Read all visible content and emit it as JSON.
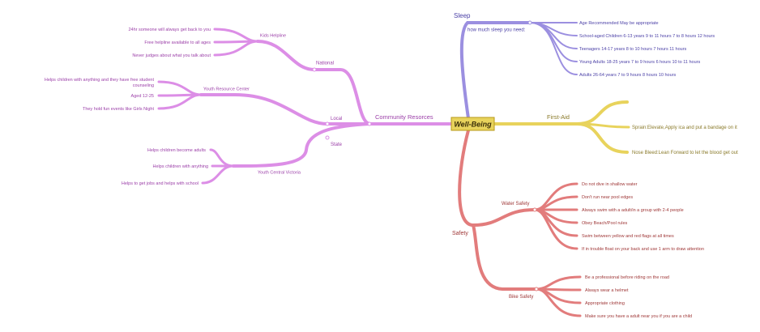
{
  "colors": {
    "sleep": "#9b8fe0",
    "sleep_text": "#4a3fa6",
    "firstaid": "#e8d35c",
    "firstaid_text": "#8a7a2a",
    "safety": "#e27c7c",
    "safety_text": "#9e3636",
    "community": "#dc8ee6",
    "community_text": "#9b3fa8",
    "center_fill": "#e8d35c",
    "center_text": "#4a3a10"
  },
  "center": {
    "label": "Well-Being"
  },
  "sleep": {
    "label": "Sleep",
    "sub": "how much sleep you need:",
    "items": [
      "Age Recommended May be appropriate",
      "School-aged Children 6-13 years 9 to 11 hours 7 to 8 hours 12 hours",
      "Teenagers 14-17 years 8 to 10 hours 7 hours 11 hours",
      "Young Adults 18-25 years 7 to 9 hours 6 hours 10 to 11 hours",
      "Adults 26-64 years 7 to 9 hours 8 hours 10 hours"
    ]
  },
  "firstaid": {
    "label": "First-Aid",
    "items": [
      "Sprain:Elevate,Apply ica and put a bandage on it",
      "Nose Bleed:Lean Forward to let the blood get out"
    ]
  },
  "safety": {
    "label": "Safety",
    "water": {
      "label": "Water Safety",
      "items": [
        "Do not dive in shallow water",
        "Don't run near pool edges",
        "Always swim with a adult/in a group with 2-4 people",
        "Obey Beach/Pool rules",
        "Swim between yellow and red flags at all times",
        "If in trouble float on your back and use 1 arm to draw attention"
      ]
    },
    "bike": {
      "label": "Bike Safety",
      "items": [
        "Be a professional before riding on the road",
        "Always wear a helmet",
        "Appropriate clothing",
        "Make sure you have a adult near you if you are a child"
      ]
    }
  },
  "community": {
    "label": "Community Resorces",
    "national": {
      "label": "National",
      "kids": {
        "label": "Kids Helpline",
        "items": [
          "24hr someone will always get back to you",
          "Free helpline available to all ages",
          "Never judges about what you talk about"
        ]
      }
    },
    "local": {
      "label": "Local",
      "yrc": {
        "label": "Youth Resource Center",
        "items": [
          "Helps children with anything and they have free student",
          "counseling",
          "Aged 12-25",
          "They hold fun events like Girls Night"
        ]
      }
    },
    "state": {
      "label": "State",
      "ycv": {
        "label": "Youth Central Victoria",
        "items": [
          "Helps children become adults",
          "Helps children with anything",
          "Helps to get jobs and helps with school"
        ]
      }
    }
  }
}
